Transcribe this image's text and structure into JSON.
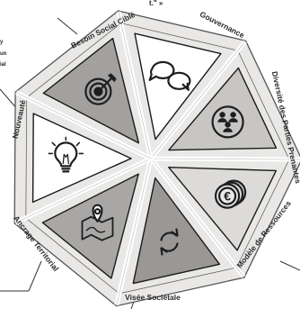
{
  "diagram": {
    "segments": [
      {
        "key": "gouvernance",
        "label": "Gouvernance",
        "icon": "speech-bubbles-icon",
        "fill": "#ffffff"
      },
      {
        "key": "diversite",
        "label": "Diversité des Parties Prenantes",
        "icon": "people-group-icon",
        "fill": "#c8c6c4"
      },
      {
        "key": "modele",
        "label": "Modèle de Ressources",
        "icon": "euro-coins-icon",
        "fill": "#dcdbd9"
      },
      {
        "key": "visee",
        "label": "Visée Sociétale",
        "icon": "cycle-arrows-icon",
        "fill": "#9a9896"
      },
      {
        "key": "ancrage",
        "label": "Ancrage Territorial",
        "icon": "map-pin-icon",
        "fill": "#a9a7a5"
      },
      {
        "key": "nouveaute",
        "label": "Nouveauté",
        "icon": "lightbulb-icon",
        "fill": "#ffffff"
      },
      {
        "key": "besoin",
        "label": "Besoin Social Ciblé",
        "icon": "target-icon",
        "fill": "#a3a19f"
      }
    ],
    "colors": {
      "frame": "#e9e8e6",
      "outline": "#555555",
      "icon": "#1e1e1e"
    }
  },
  "fragments": {
    "quote": "t.\" »",
    "left1": "y",
    "left2": "un",
    "left3": "ial"
  }
}
